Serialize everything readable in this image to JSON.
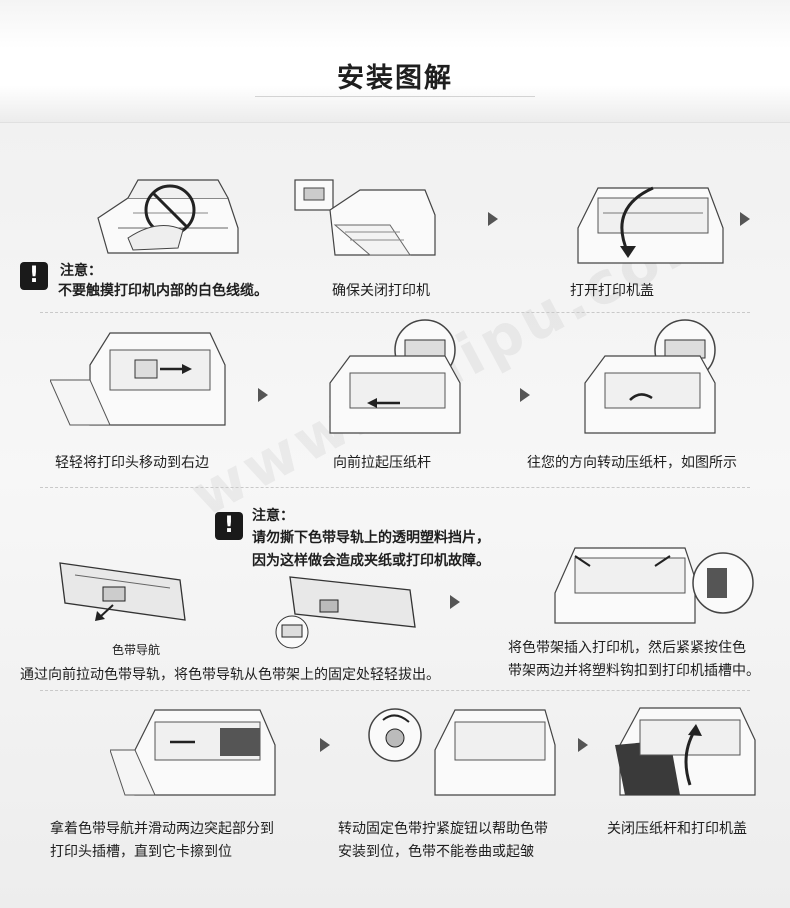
{
  "header": {
    "title": "安装图解"
  },
  "row1": {
    "note_title": "注意：",
    "note_text": "不要触摸打印机内部的白色线缆。",
    "captions": [
      "确保关闭打印机",
      "打开打印机盖"
    ]
  },
  "row2": {
    "captions": [
      "轻轻将打印头移动到右边",
      "向前拉起压纸杆",
      "往您的方向转动压纸杆，如图所示"
    ]
  },
  "row3": {
    "note_title": "注意：",
    "note_line1": "请勿撕下色带导轨上的透明塑料挡片，",
    "note_line2": "因为这样做会造成夹纸或打印机故障。",
    "guide_label": "色带导航",
    "caption_left": "通过向前拉动色带导轨，将色带导轨从色带架上的固定处轻轻拔出。",
    "caption_right_line1": "将色带架插入打印机，然后紧紧按住色",
    "caption_right_line2": "带架两边并将塑料钩扣到打印机插槽中。"
  },
  "row4": {
    "caption1_line1": "拿着色带导航并滑动两边突起部分到",
    "caption1_line2": "打印头插槽，直到它卡擦到位",
    "caption2_line1": "转动固定色带拧紧旋钮以帮助色带",
    "caption2_line2": "安装到位，色带不能卷曲或起皱",
    "caption3": "关闭压纸杆和打印机盖"
  },
  "watermark": "www.colipu.com",
  "colors": {
    "arrow": "#555555",
    "line": "#444444",
    "note_box": "#1a1a1a"
  }
}
